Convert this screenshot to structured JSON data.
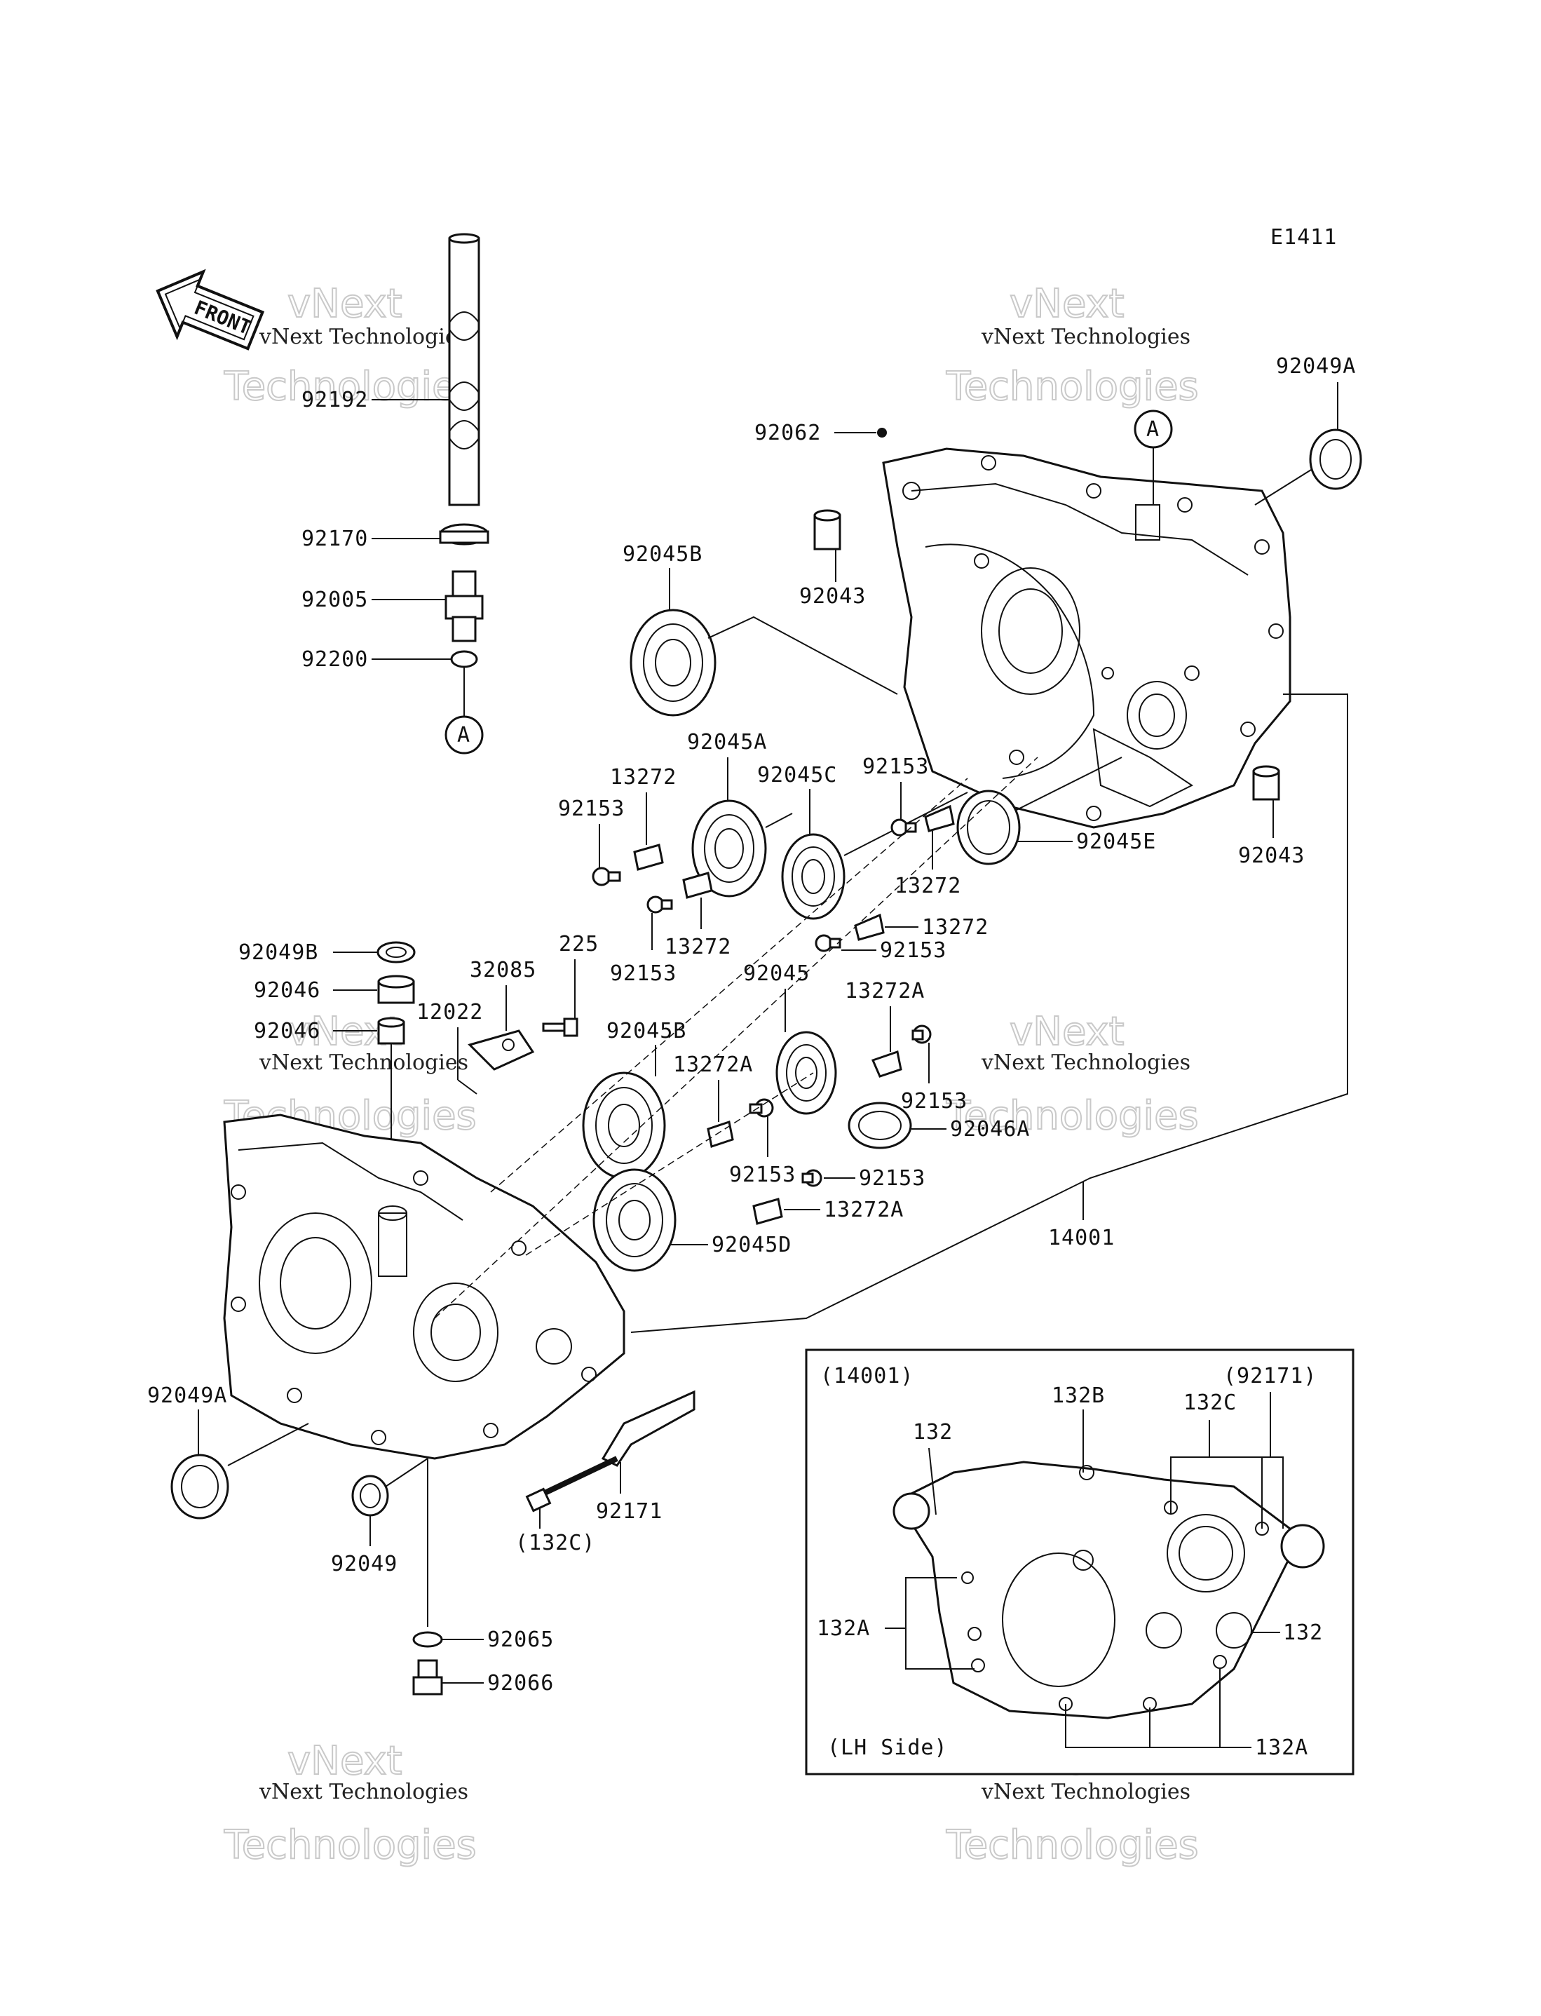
{
  "diagram_code": "E1411",
  "front_label": "FRONT",
  "watermark": {
    "line1": "vNext",
    "line2": "vNext Technologies",
    "line3": "Technologies"
  },
  "ref_marker": "A",
  "labels": {
    "p92192": "92192",
    "p92170": "92170",
    "p92005": "92005",
    "p92200": "92200",
    "p92062": "92062",
    "p92049A_top": "92049A",
    "p92045B_top": "92045B",
    "p92043_top": "92043",
    "p92043_right": "92043",
    "p92045A": "92045A",
    "p92045C": "92045C",
    "p92153_a": "92153",
    "p92153_b": "92153",
    "p92153_c": "92153",
    "p92153_d": "92153",
    "p92153_e": "92153",
    "p92153_f": "92153",
    "p92153_g": "92153",
    "p13272_a": "13272",
    "p13272_b": "13272",
    "p13272_c": "13272",
    "p13272_d": "13272",
    "p92045E": "92045E",
    "p92049B": "92049B",
    "p92046_a": "92046",
    "p92046_b": "92046",
    "p12022": "12022",
    "p32085": "32085",
    "p225": "225",
    "p92045": "92045",
    "p13272A_a": "13272A",
    "p13272A_b": "13272A",
    "p13272A_c": "13272A",
    "p92045B_mid": "92045B",
    "p92046A": "92046A",
    "p92045D": "92045D",
    "p14001": "14001",
    "p92049A_left": "92049A",
    "p92049": "92049",
    "p92065": "92065",
    "p92066": "92066",
    "p92171": "92171",
    "p132C_paren": "(132C)"
  },
  "inset": {
    "title_left": "(14001)",
    "title_right": "(92171)",
    "side_label": "(LH Side)",
    "l132_top": "132",
    "l132B": "132B",
    "l132C": "132C",
    "l132A_left": "132A",
    "l132_right": "132",
    "l132A_bottom": "132A"
  }
}
